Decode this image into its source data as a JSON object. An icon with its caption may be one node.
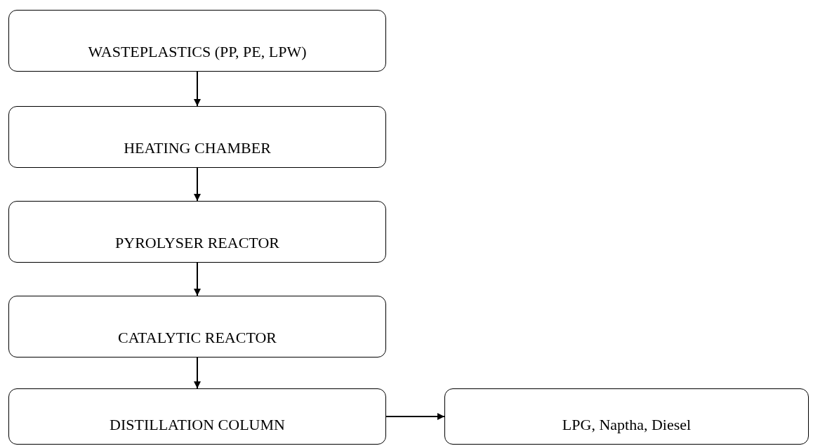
{
  "diagram": {
    "nodes": [
      {
        "text": [
          "WASTEPLASTICS (PP, PE, LPW)"
        ]
      },
      {
        "text": [
          "HEATING CHAMBER"
        ]
      },
      {
        "text": [
          "PYROLYSER REACTOR"
        ]
      },
      {
        "text": [
          "CATALYTIC REACTOR"
        ]
      },
      {
        "text": [
          "DISTILLATION COLUMN"
        ]
      },
      {
        "text": [
          "LPG, Naptha, Diesel"
        ]
      }
    ],
    "edges": [
      {
        "from": 0,
        "to": 1,
        "arrow": "to"
      },
      {
        "from": 1,
        "to": 2,
        "arrow": "to"
      },
      {
        "from": 2,
        "to": 3,
        "arrow": "to"
      },
      {
        "from": 3,
        "to": 4,
        "arrow": "to"
      },
      {
        "from": 4,
        "to": 5,
        "arrow": "to"
      }
    ]
  }
}
